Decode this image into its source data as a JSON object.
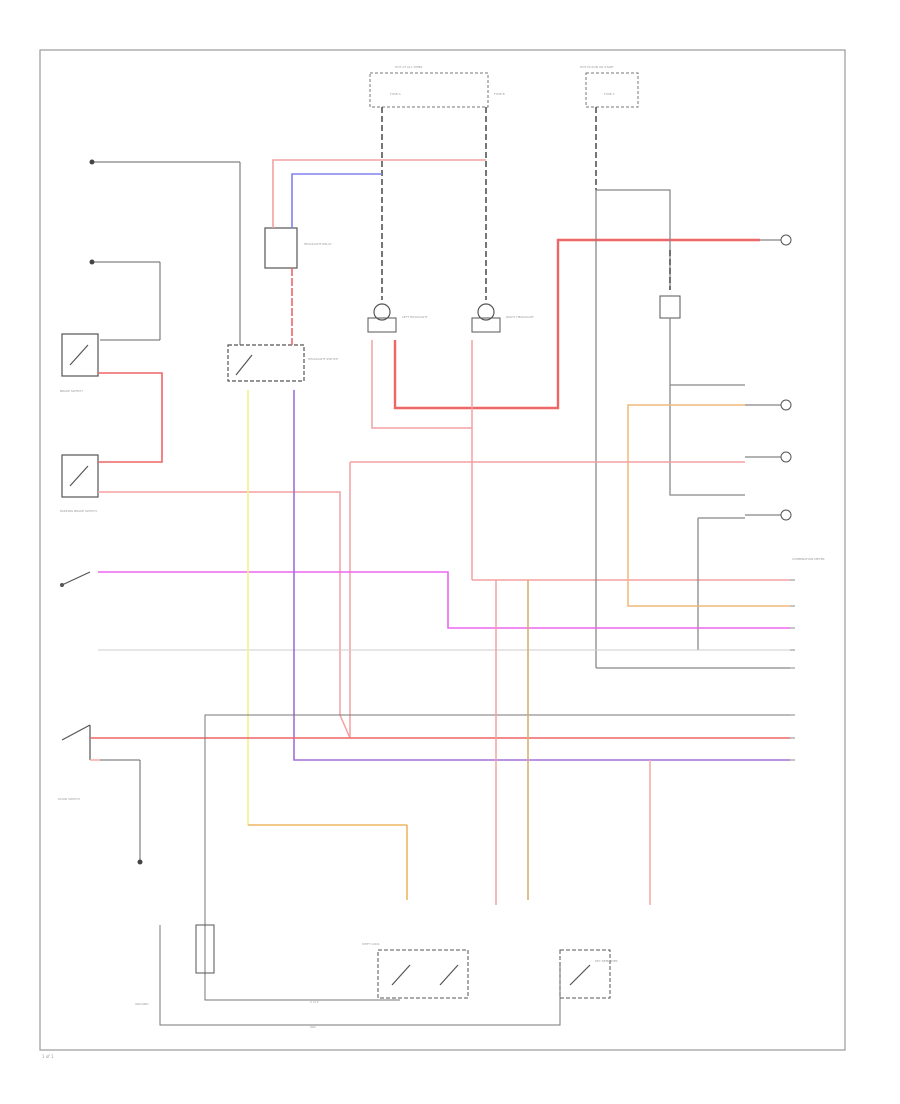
{
  "colors": {
    "red": "#f4a0a0",
    "red_bold": "#ee6666",
    "pink": "#f4a8a8",
    "yellow": "#f4f08a",
    "purple": "#a070d8",
    "blue": "#8080f0",
    "magenta": "#ee66ee",
    "orange": "#f0b878",
    "tan": "#d8b070",
    "black": "#666666",
    "grey": "#bbbbbb",
    "frame": "#999999"
  },
  "labels": {
    "fuse_box_top": "HOT AT ALL TIMES",
    "fuse_box_right": "HOT IN RUN OR START",
    "fuse_a": "FUSE A",
    "fuse_b": "FUSE B",
    "fuse_c": "FUSE C",
    "left_headlight": "LEFT HEADLIGHT",
    "right_headlight": "RIGHT HEADLIGHT",
    "headlight_relay": "HEADLIGHT RELAY",
    "headlight_switch": "HEADLIGHT SWITCH",
    "brake_switch": "BRAKE SWITCH",
    "parking_brake_switch": "PARKING BRAKE SWITCH",
    "door_switch": "DOOR SWITCH",
    "shift_lock": "SHIFT LOCK",
    "combination_meter": "COMBINATION METER",
    "key_reminder": "KEY REMINDER",
    "ground": "GROUND",
    "page_ref": "1 of 1",
    "wire_ref": "2 of 2",
    "wire_ref2": "IGN"
  }
}
